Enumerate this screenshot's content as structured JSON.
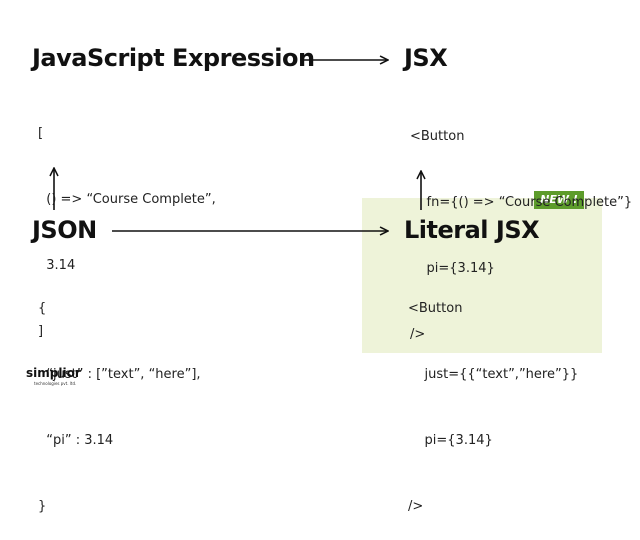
{
  "nodes": {
    "js_expression": {
      "title": "JavaScript Expression",
      "code": [
        "[",
        "  () => “Course Complete”,",
        "  3.14",
        "]"
      ]
    },
    "jsx": {
      "title": "JSX",
      "code": [
        "<Button",
        "    fn={() => “Course Complete”}",
        "    pi={3.14}",
        "/>"
      ]
    },
    "json": {
      "title": "JSON",
      "code": [
        "{",
        "  “just” : [”text”, “here”],",
        "  “pi” : 3.14",
        "}"
      ]
    },
    "literal_jsx": {
      "title": "Literal JSX",
      "badge": "NEW !",
      "code": [
        "<Button",
        "    just={{“text”,”here”}}",
        "    pi={3.14}",
        "/>"
      ]
    }
  },
  "edges": [
    {
      "from": "js_expression",
      "to": "jsx"
    },
    {
      "from": "json",
      "to": "js_expression"
    },
    {
      "from": "json",
      "to": "literal_jsx"
    },
    {
      "from": "literal_jsx",
      "to": "jsx"
    }
  ],
  "brand": {
    "name": "simplior",
    "tagline": "technologies pvt. ltd."
  },
  "colors": {
    "highlight_panel": "#eef3d9",
    "badge": "#5d9c2b",
    "text": "#111111"
  }
}
